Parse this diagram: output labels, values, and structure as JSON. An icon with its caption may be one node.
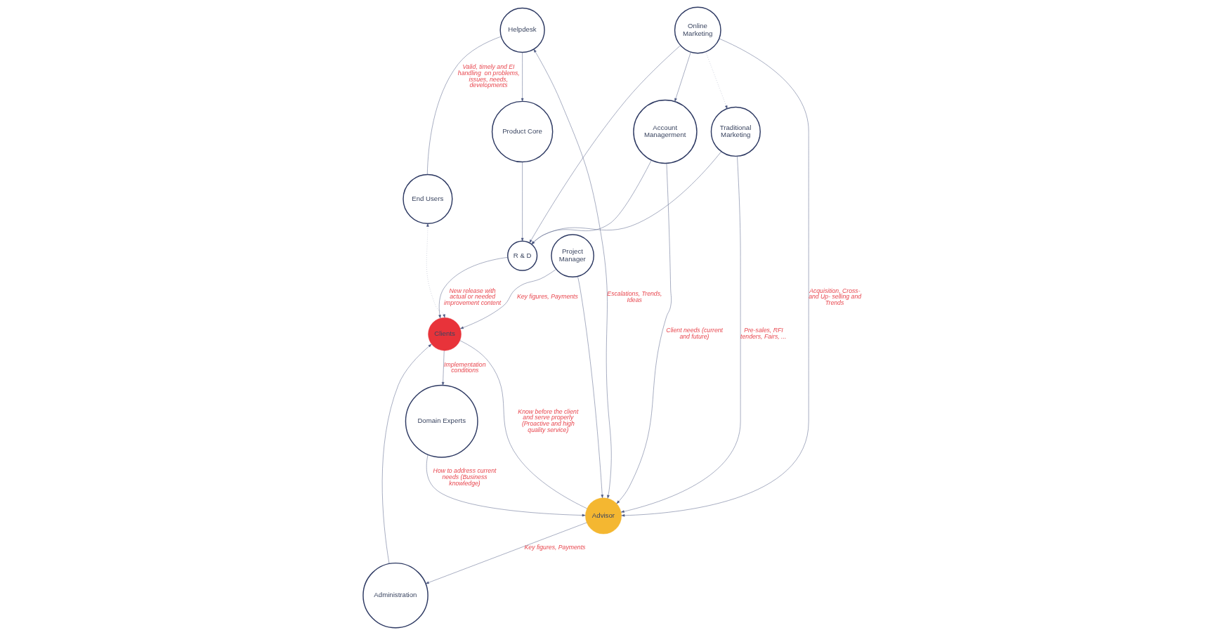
{
  "diagram": {
    "nodes": [
      {
        "text": [
          "Account Managerment"
        ]
      },
      {
        "text": [
          "Domain Experts"
        ]
      },
      {
        "text": [
          "Helpdesk"
        ]
      },
      {
        "text": [
          "End Users"
        ]
      },
      {
        "text": [
          "R & D"
        ]
      },
      {
        "text": [
          "Online Marketing"
        ]
      },
      {
        "text": [
          "Clients"
        ]
      },
      {
        "text": [
          "Traditional Marketing"
        ]
      },
      {
        "text": [
          "Advisor"
        ]
      },
      {
        "text": [
          "Project Manager"
        ]
      },
      {
        "text": [
          "Administration"
        ]
      },
      {
        "text": [
          "Product Core"
        ]
      }
    ],
    "edges": [
      {
        "from": 0,
        "to": 4,
        "arrow": "to"
      },
      {
        "from": 5,
        "to": 0,
        "arrow": "to"
      },
      {
        "from": 0,
        "to": 8,
        "arrow": "to",
        "label": "Client needs (current and future)"
      },
      {
        "from": 1,
        "to": 8,
        "arrow": "to",
        "label": "How to address current needs (Business knowledge)"
      },
      {
        "from": 6,
        "to": 1,
        "arrow": "to",
        "label": "Implementation conditions"
      },
      {
        "from": 4,
        "to": 6,
        "arrow": "to",
        "label": "New release with actual or needed improvement content"
      },
      {
        "from": 5,
        "to": 4,
        "arrow": "to"
      },
      {
        "from": 7,
        "to": 4,
        "arrow": "to"
      },
      {
        "from": 11,
        "to": 4,
        "arrow": "to"
      },
      {
        "from": 5,
        "to": 7,
        "arrow": "to",
        "style": "dashed"
      },
      {
        "from": 3,
        "to": 6,
        "arrow": "both",
        "style": "dashed"
      },
      {
        "from": 2,
        "to": 3,
        "arrow": "none",
        "label": "Valid, timely and EI handling  on problems, issues, needs, developments"
      },
      {
        "from": 2,
        "to": 8,
        "arrow": "both",
        "label": "Escalations, Trends, Ideas"
      },
      {
        "from": 2,
        "to": 11,
        "arrow": "to"
      },
      {
        "from": 9,
        "to": 6,
        "arrow": "to",
        "label": "Key figures, Payments"
      },
      {
        "from": 9,
        "to": 8,
        "arrow": "to"
      },
      {
        "from": 6,
        "to": 8,
        "arrow": "none",
        "label": "Know before the client and serve properly (Proactive and high quality service)"
      },
      {
        "from": 10,
        "to": 6,
        "arrow": "to"
      },
      {
        "from": 8,
        "to": 10,
        "arrow": "to",
        "label": "Key figures, Payments"
      },
      {
        "from": 7,
        "to": 8,
        "arrow": "to",
        "label": "Pre-sales, RFI tenders, Fairs, ..."
      },
      {
        "from": 5,
        "to": 8,
        "arrow": "to",
        "label": "Acquisition, Cross- and Up- selling and Trends"
      }
    ]
  }
}
